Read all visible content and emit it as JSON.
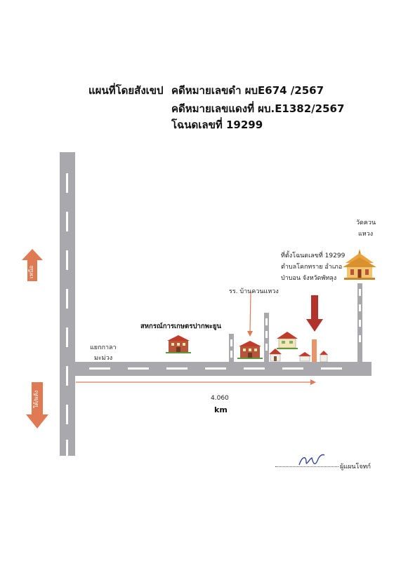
{
  "header": {
    "map_title": "แผนที่โดยสังเขป",
    "black_case": "คดีหมายเลขดำ ผบE674 /2567",
    "red_case": "คดีหมายเลขแดงที่ ผบ.E1382/2567",
    "title_deed": "โฉนดเลขที่ 19299"
  },
  "directions": {
    "north": "เหนือ",
    "south": "ใต้/ผลัง"
  },
  "places": {
    "junction_line1": "แยกกาลา",
    "junction_line2": "มะม่วง",
    "coop": "สหกรณ์การเกษตรปากพะยูน",
    "school": "รร. บ้านควนแหวง",
    "temple_line1": "วัดควน",
    "temple_line2": "แหวง",
    "deed_line1": "ที่ตั้งโฉนดเลขที่ 19299",
    "deed_line2": "ตำบลโคกทราย  อำเภอ",
    "deed_line3": "ป่าบอน  จังหวัดพัทลุง"
  },
  "distance": {
    "value": "4.060",
    "unit": "km"
  },
  "signature": {
    "role": "ผู้แผนโจทก์"
  },
  "colors": {
    "road": "#a9a9ad",
    "arrow_orange": "#e07a52",
    "arrow_red": "#b2332c",
    "building_brick": "#b5553a",
    "roof_red": "#c23a2a",
    "temple_gold": "#e8a33c"
  }
}
